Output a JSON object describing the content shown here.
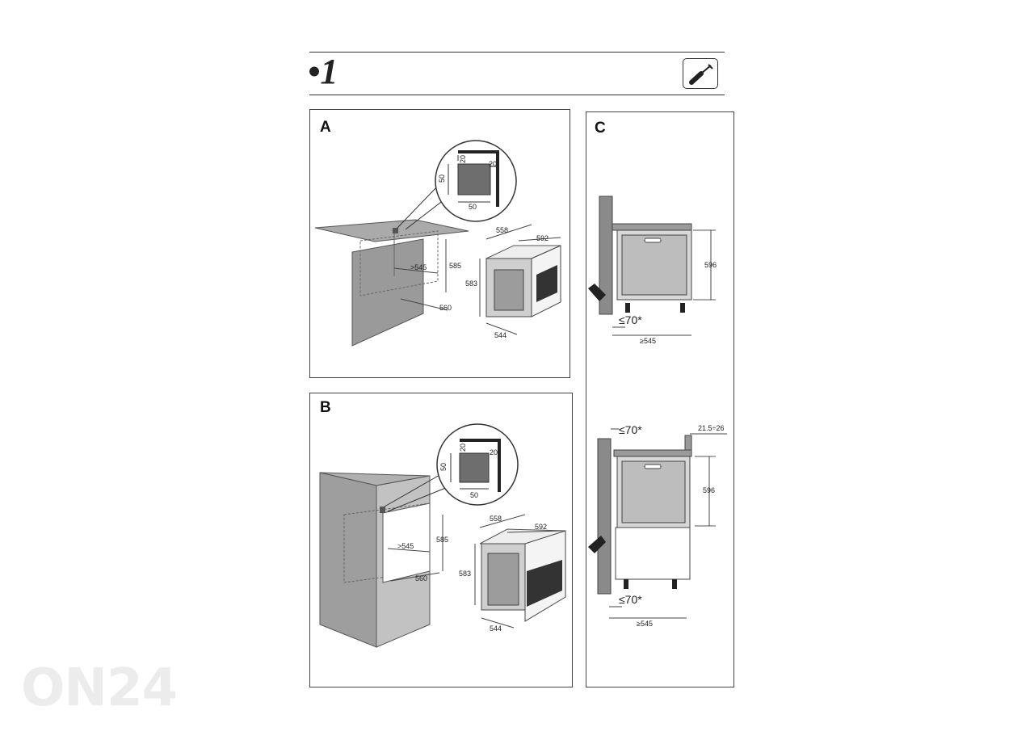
{
  "header": {
    "step_number": "•1",
    "tool_icon": "screwdriver-icon"
  },
  "watermark": "ON24",
  "panel_a": {
    "label": "A",
    "detail": {
      "top": "20",
      "right": "20",
      "height": "50",
      "width": "50"
    },
    "cabinet": {
      "depth": ">545",
      "height": "585",
      "width": "560"
    },
    "oven": {
      "depth": "558",
      "width": "592",
      "height": "583",
      "base": "544"
    }
  },
  "panel_b": {
    "label": "B",
    "detail": {
      "top": "20",
      "right": "20",
      "height": "50",
      "width": "50"
    },
    "cabinet": {
      "depth": ">545",
      "height": "585",
      "width": "560"
    },
    "oven": {
      "depth": "558",
      "width": "592",
      "height": "583",
      "base": "544"
    }
  },
  "panel_c": {
    "label": "C",
    "top": {
      "height": "596",
      "gap": "≤70*",
      "depth": "≥545"
    },
    "bottom": {
      "gap_top": "≤70*",
      "side": "21.5÷26",
      "height": "596",
      "gap_bottom": "≤70*",
      "depth": "≥545"
    }
  }
}
